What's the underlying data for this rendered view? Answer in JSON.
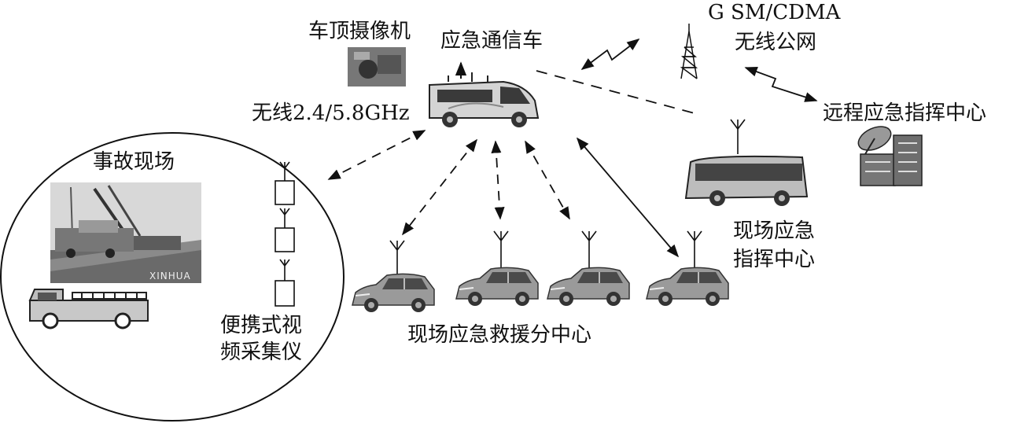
{
  "labels": {
    "roof_camera": "车顶摄像机",
    "emergency_vehicle": "应急通信车",
    "public_network_line1": "G SM/CDMA",
    "public_network_line2": "无线公网",
    "wireless_band": "无线2.4/5.8GHz",
    "remote_command": "远程应急指挥中心",
    "accident_scene": "事故现场",
    "portable_line1": "便携式视",
    "portable_line2": "频采集仪",
    "onsite_command_line1": "现场应急",
    "onsite_command_line2": "指挥中心",
    "rescue_subcenter": "现场应急救援分中心",
    "photo_watermark": "XINHUA"
  },
  "colors": {
    "line": "#111111",
    "vehicle_body": "#b8b8b8",
    "vehicle_dark": "#5a5a5a",
    "building": "#6e6e6e",
    "photo_sky": "#d8d8d8",
    "photo_ground": "#6a6a6a"
  },
  "icons": {
    "tower": "radio-tower-icon",
    "satellite": "satellite-dish-icon",
    "antenna": "antenna-icon",
    "car": "car-icon",
    "bus": "bus-icon",
    "van": "communication-van-icon",
    "fire_truck": "fire-truck-icon",
    "camera": "camera-icon"
  }
}
